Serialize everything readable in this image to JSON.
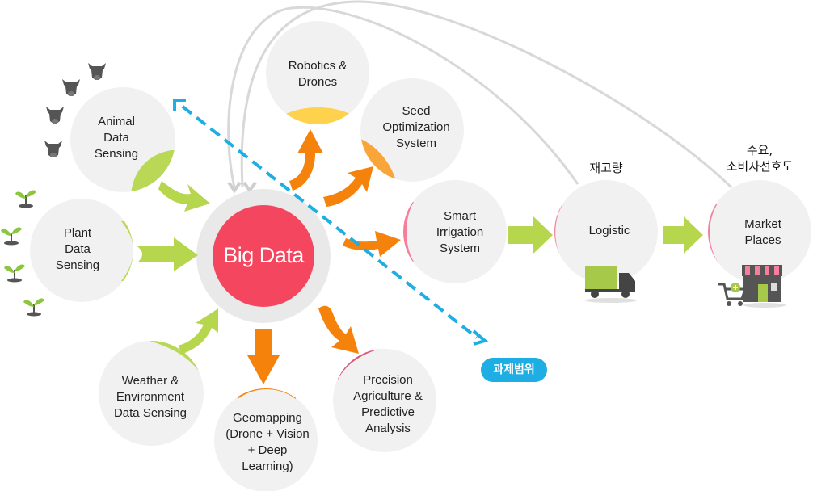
{
  "diagram": {
    "center": {
      "label": "Big Data",
      "color": "#f4465f"
    },
    "inputs": [
      {
        "id": "animal",
        "label": "Animal\nData\nSensing"
      },
      {
        "id": "plant",
        "label": "Plant\nData\nSensing"
      },
      {
        "id": "weather",
        "label": "Weather &\nEnvironment\nData Sensing"
      }
    ],
    "outputs": [
      {
        "id": "robotics",
        "label": "Robotics &\nDrones"
      },
      {
        "id": "seed",
        "label": "Seed\nOptimization\nSystem"
      },
      {
        "id": "irrigation",
        "label": "Smart\nIrrigation\nSystem"
      },
      {
        "id": "geomapping",
        "label": "Geomapping\n(Drone + Vision\n+ Deep\nLearning)"
      },
      {
        "id": "precision",
        "label": "Precision\nAgriculture &\nPredictive\nAnalysis"
      }
    ],
    "chain": [
      {
        "id": "logistic",
        "label": "Logistic",
        "header": "재고량"
      },
      {
        "id": "market",
        "label": "Market\nPlaces",
        "header": "수요,\n소비자선호도"
      }
    ],
    "scope_badge": "과제범위",
    "colors": {
      "input_accent": "#b9d855",
      "arrow_orange": "#f5820b",
      "arrow_green": "#b6d64e",
      "pink": "#f47e9c",
      "yellow": "#ffd24d",
      "amber": "#f9a53a",
      "precision_cap": "#d9587a",
      "dashed_blue": "#1eaee3",
      "node_fill": "#f1f1f1"
    },
    "icons": [
      "cow-icon",
      "seedling-icon",
      "truck-icon",
      "store-icon",
      "shopping-cart-icon"
    ]
  }
}
